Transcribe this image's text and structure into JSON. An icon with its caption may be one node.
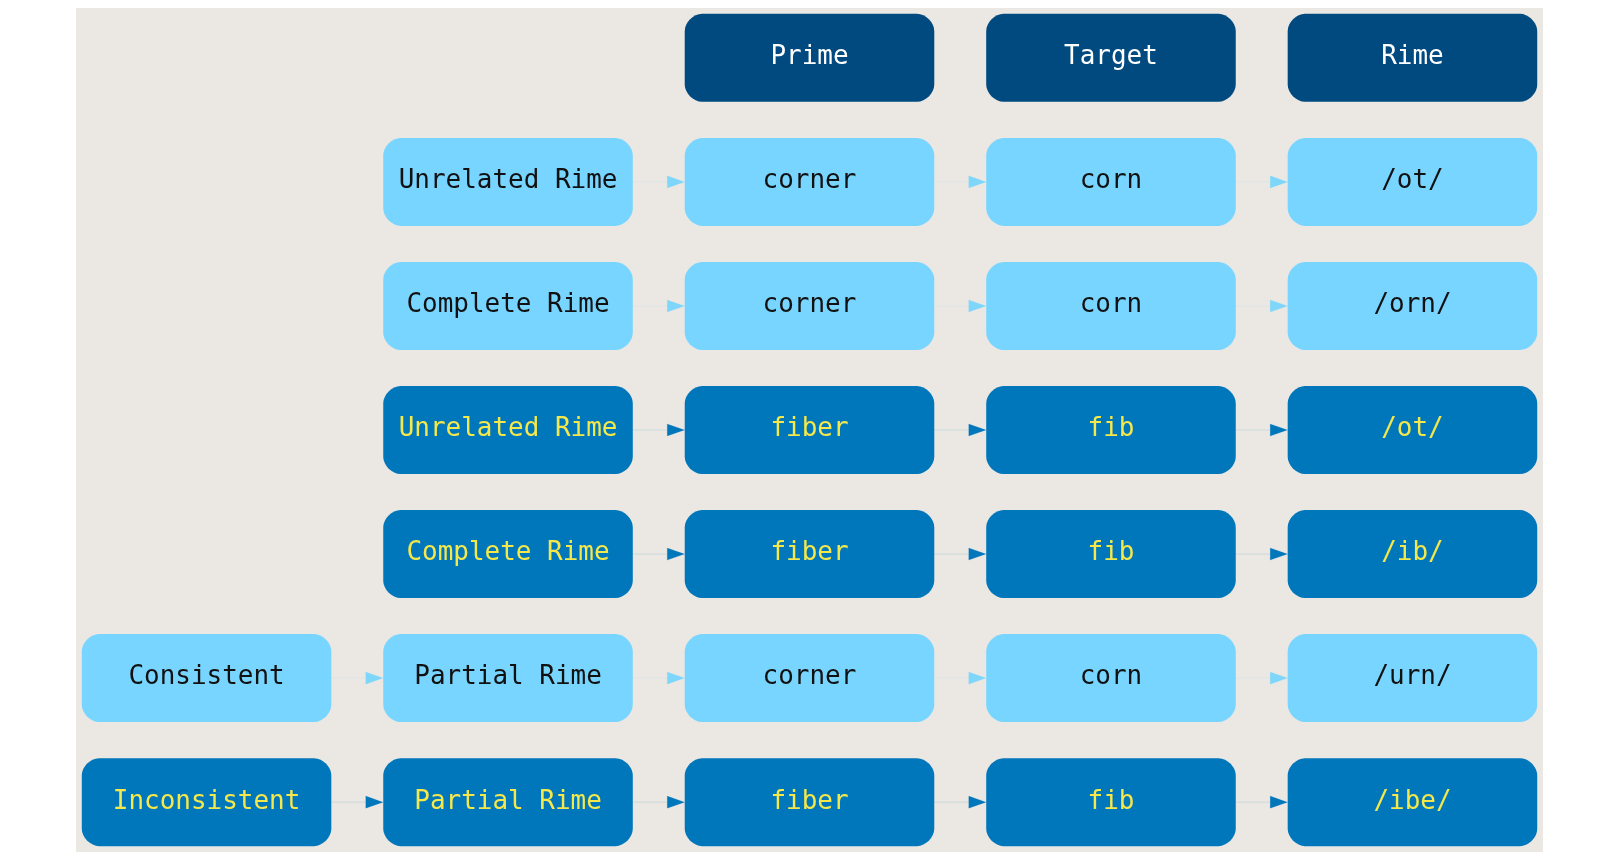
{
  "diagram": {
    "nodes": [
      {
        "text": [
          "Prime"
        ]
      },
      {
        "text": [
          "Target"
        ]
      },
      {
        "text": [
          "Rime"
        ]
      },
      {
        "text": [
          "Complete Rime"
        ]
      },
      {
        "text": [
          "fiber"
        ]
      },
      {
        "text": [
          "fib"
        ]
      },
      {
        "text": [
          "/ib/"
        ]
      },
      {
        "text": [
          "Inconsistent"
        ]
      },
      {
        "text": [
          "Partial Rime"
        ]
      },
      {
        "text": [
          "fiber"
        ]
      },
      {
        "text": [
          "fib"
        ]
      },
      {
        "text": [
          "/ibe/"
        ]
      },
      {
        "text": [
          "Unrelated Rime"
        ]
      },
      {
        "text": [
          "fiber"
        ]
      },
      {
        "text": [
          "fib"
        ]
      },
      {
        "text": [
          "/ot/"
        ]
      },
      {
        "text": [
          "Complete Rime"
        ]
      },
      {
        "text": [
          "corner"
        ]
      },
      {
        "text": [
          "corn"
        ]
      },
      {
        "text": [
          "/orn/"
        ]
      },
      {
        "text": [
          "Consistent"
        ]
      },
      {
        "text": [
          "Partial Rime"
        ]
      },
      {
        "text": [
          "corner"
        ]
      },
      {
        "text": [
          "corn"
        ]
      },
      {
        "text": [
          "/urn/"
        ]
      },
      {
        "text": [
          "Unrelated Rime"
        ]
      },
      {
        "text": [
          "corner"
        ]
      },
      {
        "text": [
          "corn"
        ]
      },
      {
        "text": [
          "/ot/"
        ]
      }
    ],
    "edges": [
      {
        "from": 7,
        "to": 8,
        "arrow": "to"
      },
      {
        "from": 3,
        "to": 4,
        "arrow": "to"
      },
      {
        "from": 4,
        "to": 5,
        "arrow": "to"
      },
      {
        "from": 5,
        "to": 6,
        "arrow": "to"
      },
      {
        "from": 8,
        "to": 9,
        "arrow": "to"
      },
      {
        "from": 9,
        "to": 10,
        "arrow": "to"
      },
      {
        "from": 10,
        "to": 11,
        "arrow": "to"
      },
      {
        "from": 12,
        "to": 13,
        "arrow": "to"
      },
      {
        "from": 13,
        "to": 14,
        "arrow": "to"
      },
      {
        "from": 14,
        "to": 15,
        "arrow": "to"
      },
      {
        "from": 20,
        "to": 21,
        "arrow": "to",
        "color": "#7fd6fb"
      },
      {
        "from": 16,
        "to": 17,
        "arrow": "to",
        "color": "#7fd6fb"
      },
      {
        "from": 17,
        "to": 18,
        "arrow": "to",
        "color": "#7fd6fb"
      },
      {
        "from": 18,
        "to": 19,
        "arrow": "to",
        "color": "#7fd6fb"
      },
      {
        "from": 21,
        "to": 22,
        "arrow": "to",
        "color": "#7fd6fb"
      },
      {
        "from": 22,
        "to": 23,
        "arrow": "to",
        "color": "#7fd6fb"
      },
      {
        "from": 23,
        "to": 24,
        "arrow": "to",
        "color": "#7fd6fb"
      },
      {
        "from": 25,
        "to": 26,
        "arrow": "to",
        "color": "#7fd6fb"
      },
      {
        "from": 26,
        "to": 27,
        "arrow": "to",
        "color": "#7fd6fb"
      },
      {
        "from": 27,
        "to": 28,
        "arrow": "to",
        "color": "#7fd6fb"
      }
    ]
  }
}
